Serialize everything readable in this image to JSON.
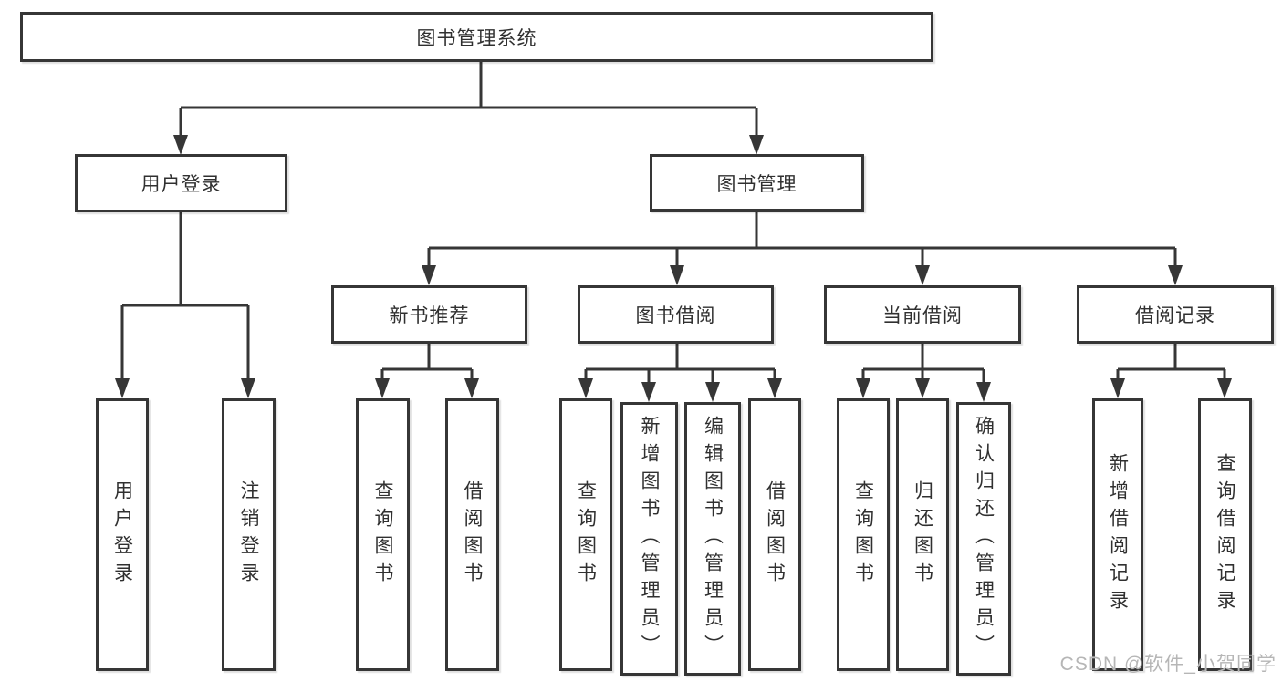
{
  "diagram_type": "hierarchy-tree",
  "colors": {
    "line": "#363636",
    "box_border": "#363636",
    "box_background": "#ffffff",
    "text": "#303030",
    "watermark": "#b6b6b6"
  },
  "tree": {
    "root": {
      "label": "图书管理系统"
    },
    "login": {
      "label": "用户登录",
      "leaves": [
        {
          "label": "用户登录"
        },
        {
          "label": "注销登录"
        }
      ]
    },
    "mgmt": {
      "label": "图书管理",
      "groups": [
        {
          "label": "新书推荐",
          "leaves": [
            {
              "label": "查询图书"
            },
            {
              "label": "借阅图书"
            }
          ]
        },
        {
          "label": "图书借阅",
          "leaves": [
            {
              "label": "查询图书"
            },
            {
              "label": "新增图书（管理员）"
            },
            {
              "label": "编辑图书（管理员）"
            },
            {
              "label": "借阅图书"
            }
          ]
        },
        {
          "label": "当前借阅",
          "leaves": [
            {
              "label": "查询图书"
            },
            {
              "label": "归还图书"
            },
            {
              "label": "确认归还（管理员）"
            }
          ]
        },
        {
          "label": "借阅记录",
          "leaves": [
            {
              "label": "新增借阅记录"
            },
            {
              "label": "查询借阅记录"
            }
          ]
        }
      ]
    }
  },
  "watermark": {
    "text": "CSDN @软件_小贺同学"
  }
}
